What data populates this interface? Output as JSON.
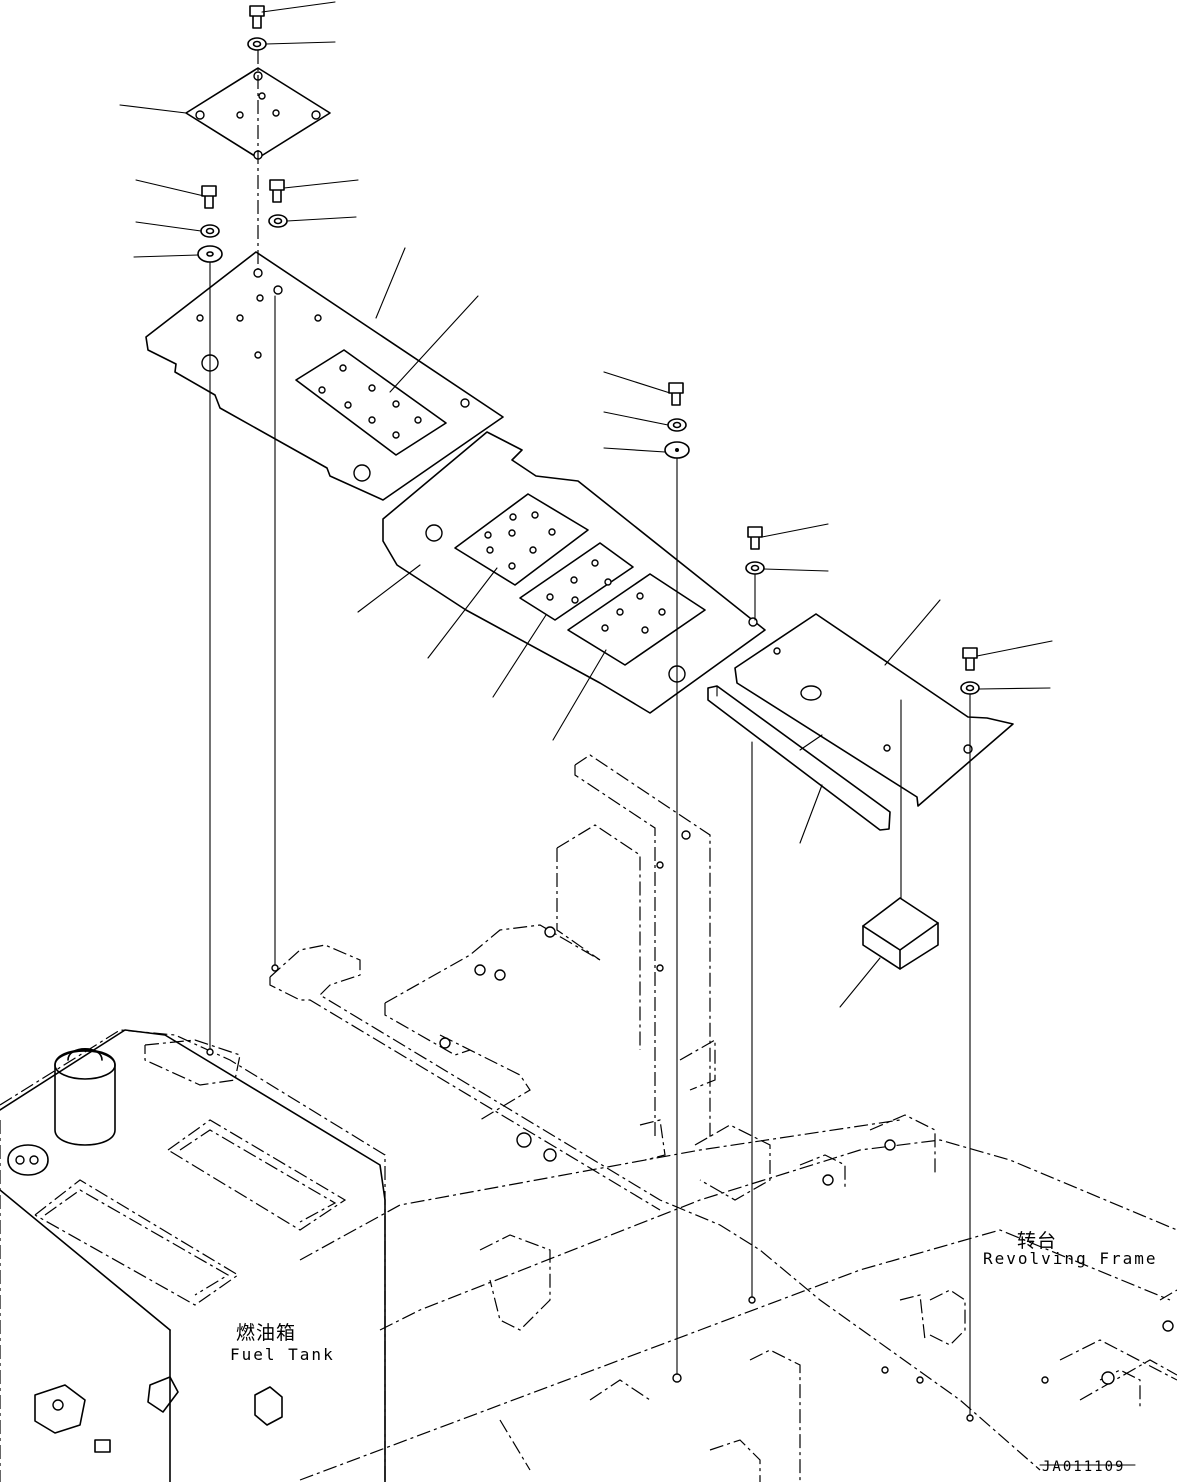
{
  "labels": {
    "revolving_frame_cn": "转台",
    "revolving_frame_en": "Revolving Frame",
    "fuel_tank_cn": "燃油箱",
    "fuel_tank_en": "Fuel Tank",
    "drawing_id": "JA011109"
  }
}
